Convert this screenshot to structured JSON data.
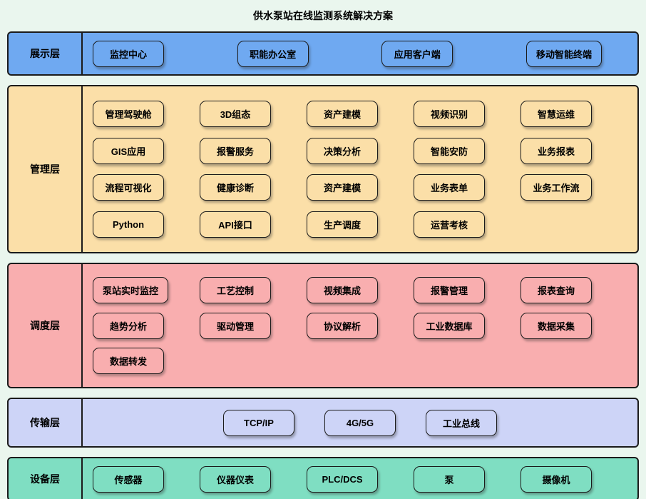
{
  "title": "供水泵站在线监测系统解决方案",
  "colors": {
    "page_bg": "#eaf6ee",
    "border": "#1b1b1b",
    "text": "#000000"
  },
  "layers": [
    {
      "id": "presentation",
      "label": "展示层",
      "bg": "#6fa9f1",
      "layout": "spread",
      "rows": [
        [
          "监控中心",
          "职能办公室",
          "应用客户端",
          "移动智能终端"
        ]
      ]
    },
    {
      "id": "management",
      "label": "管理层",
      "bg": "#fbdfa8",
      "layout": "grid",
      "rows": [
        [
          "管理驾驶舱",
          "3D组态",
          "资产建模",
          "视频识别",
          "智慧运维"
        ],
        [
          "GIS应用",
          "报警服务",
          "决策分析",
          "智能安防",
          "业务报表"
        ],
        [
          "流程可视化",
          "健康诊断",
          "资产建模",
          "业务表单",
          "业务工作流"
        ],
        [
          "Python",
          "API接口",
          "生产调度",
          "运营考核"
        ]
      ]
    },
    {
      "id": "dispatch",
      "label": "调度层",
      "bg": "#f9aeaf",
      "layout": "grid",
      "rows": [
        [
          "泵站实时监控",
          "工艺控制",
          "视频集成",
          "报警管理",
          "报表查询"
        ],
        [
          "趋势分析",
          "驱动管理",
          "协议解析",
          "工业数据库",
          "数据采集"
        ],
        [
          "数据转发"
        ]
      ]
    },
    {
      "id": "transmission",
      "label": "传输层",
      "bg": "#cdd4f7",
      "layout": "center",
      "rows": [
        [
          "TCP/IP",
          "4G/5G",
          "工业总线"
        ]
      ]
    },
    {
      "id": "device",
      "label": "设备层",
      "bg": "#7fdec2",
      "layout": "grid",
      "rows": [
        [
          "传感器",
          "仪器仪表",
          "PLC/DCS",
          "泵",
          "摄像机"
        ]
      ]
    }
  ]
}
